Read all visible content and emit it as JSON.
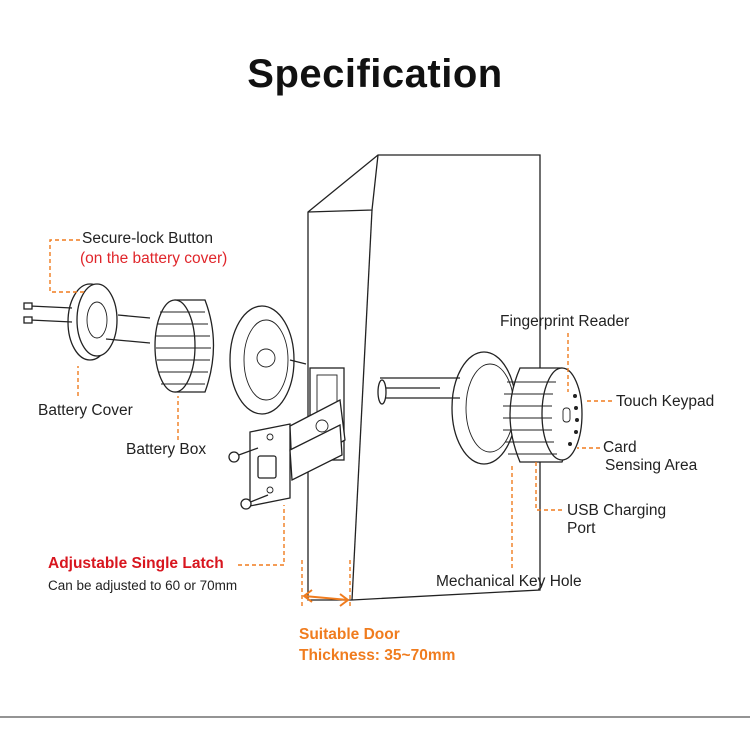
{
  "title": "Specification",
  "labels": {
    "secure_lock_button": "Secure-lock Button",
    "secure_lock_note": "(on the battery cover)",
    "battery_cover": "Battery Cover",
    "battery_box": "Battery Box",
    "adjustable_latch": "Adjustable Single Latch",
    "latch_note": "Can be adjusted to 60 or 70mm",
    "door_thickness_line1": "Suitable Door",
    "door_thickness_line2": "Thickness: 35~70mm",
    "fingerprint_reader": "Fingerprint Reader",
    "touch_keypad": "Touch Keypad",
    "card_line1": "Card",
    "card_line2": "Sensing Area",
    "usb_line1": "USB Charging",
    "usb_line2": "Port",
    "mechanical_key_hole": "Mechanical Key Hole"
  },
  "colors": {
    "callout": "#f07c1e",
    "accent_red": "#e0262b",
    "line": "#222222"
  }
}
